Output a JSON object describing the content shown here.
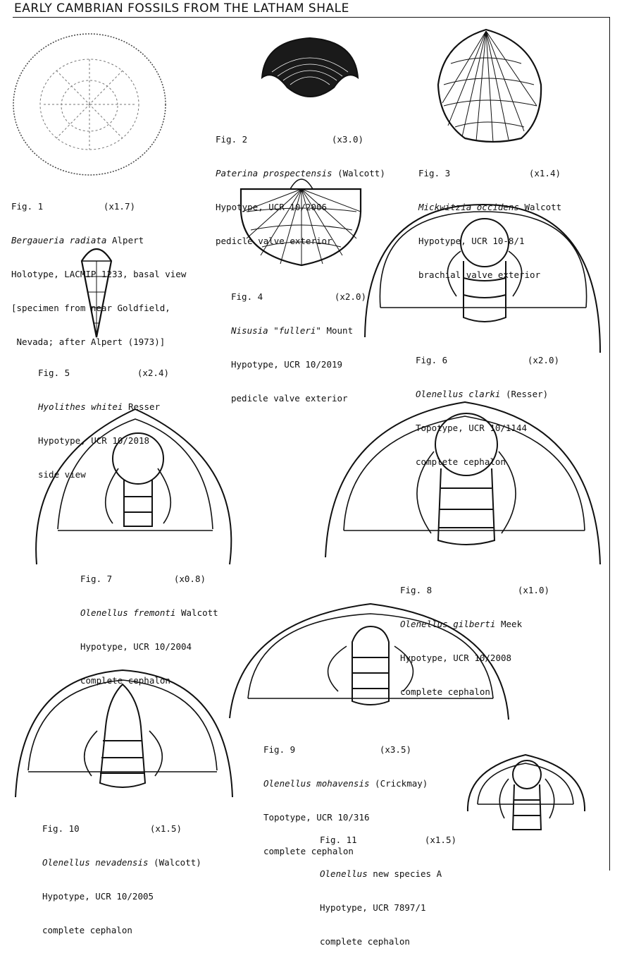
{
  "title": "EARLY CAMBRIAN FOSSILS FROM THE LATHAM SHALE",
  "figures": [
    {
      "fig": "Fig. 1",
      "mag": "(x1.7)",
      "genus": "Bergaueria radiata",
      "author": "Alpert",
      "lines": [
        "Holotype, LACMIP 1233, basal view",
        "[specimen from near Goldfield,",
        " Nevada; after Alpert (1973)]"
      ]
    },
    {
      "fig": "Fig. 2",
      "mag": "(x3.0)",
      "genus": "Paterina prospectensis",
      "author": "(Walcott)",
      "lines": [
        "Hypotype, UCR 10/2006",
        "pedicle valve exterior"
      ]
    },
    {
      "fig": "Fig. 3",
      "mag": "(x1.4)",
      "genus": "Mickwitzia occidens",
      "author": "Walcott",
      "lines": [
        "Hypotype, UCR 10-8/1",
        "brachial valve exterior"
      ]
    },
    {
      "fig": "Fig. 4",
      "mag": "(x2.0)",
      "genus": "Nisusia \"fulleri\"",
      "author": "Mount",
      "lines": [
        "Hypotype, UCR 10/2019",
        "pedicle valve exterior"
      ]
    },
    {
      "fig": "Fig. 5",
      "mag": "(x2.4)",
      "genus": "Hyolithes whitei",
      "author": "Resser",
      "lines": [
        "Hypotype, UCR 10/2018",
        "side view"
      ]
    },
    {
      "fig": "Fig. 6",
      "mag": "(x2.0)",
      "genus": "Olenellus clarki",
      "author": "(Resser)",
      "lines": [
        "Topotype, UCR 10/1144",
        "complete cephalon"
      ]
    },
    {
      "fig": "Fig. 7",
      "mag": "(x0.8)",
      "genus": "Olenellus fremonti",
      "author": "Walcott",
      "lines": [
        "Hypotype, UCR 10/2004",
        "complete cephalon"
      ]
    },
    {
      "fig": "Fig. 8",
      "mag": "(x1.0)",
      "genus": "Olenellus gilberti",
      "author": "Meek",
      "lines": [
        "Hypotype, UCR 10/2008",
        "complete cephalon"
      ]
    },
    {
      "fig": "Fig. 9",
      "mag": "(x3.5)",
      "genus": "Olenellus mohavensis",
      "author": "(Crickmay)",
      "lines": [
        "Topotype, UCR 10/316",
        "complete cephalon"
      ]
    },
    {
      "fig": "Fig. 10",
      "mag": "(x1.5)",
      "genus": "Olenellus nevadensis",
      "author": "(Walcott)",
      "lines": [
        "Hypotype, UCR 10/2005",
        "complete cephalon"
      ]
    },
    {
      "fig": "Fig. 11",
      "mag": "(x1.5)",
      "genus": "Olenellus",
      "author": "new species A",
      "lines": [
        "Hypotype, UCR 7897/1",
        "complete cephalon"
      ]
    }
  ],
  "colors": {
    "ink": "#111111",
    "paper": "#ffffff"
  }
}
